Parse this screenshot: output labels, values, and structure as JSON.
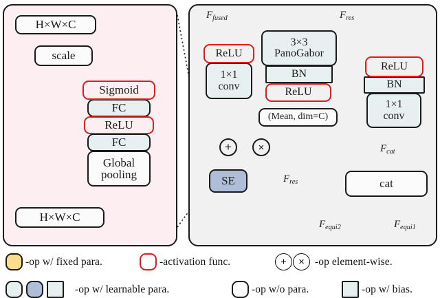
{
  "figure": {
    "left_panel": {
      "name": "squeeze-excitation-block",
      "background_color": "#fdeef1",
      "nodes": [
        {
          "id": "out",
          "label": "H×W×C",
          "style": "op-wo-para"
        },
        {
          "id": "scale",
          "label": "scale",
          "style": "op-wo-para"
        },
        {
          "id": "sigmoid",
          "label": "Sigmoid",
          "style": "activation"
        },
        {
          "id": "fc2",
          "label": "FC",
          "style": "op-w-learnable-para"
        },
        {
          "id": "relu",
          "label": "ReLU",
          "style": "activation"
        },
        {
          "id": "fc1",
          "label": "FC",
          "style": "op-w-learnable-para"
        },
        {
          "id": "gpool",
          "label": "Global pooling",
          "style": "op-wo-para"
        },
        {
          "id": "in",
          "label": "H×W×C",
          "style": "op-wo-para"
        }
      ]
    },
    "right_panel": {
      "name": "panogabor-fusion-block",
      "background_color": "#f1f1f1",
      "nodes": [
        {
          "id": "relu_out",
          "label": "ReLU",
          "style": "activation"
        },
        {
          "id": "conv1x1_l",
          "label": "1×1 conv",
          "style": "op-w-learnable-para"
        },
        {
          "id": "panogabor",
          "label": "3×3 PanoGabor",
          "style": "op-w-fixed-para"
        },
        {
          "id": "bn_mid",
          "label": "BN",
          "style": "op-w-bias"
        },
        {
          "id": "relu_mid",
          "label": "ReLU",
          "style": "activation"
        },
        {
          "id": "mean",
          "label": "(Mean, dim=C)",
          "style": "op-wo-para"
        },
        {
          "id": "relu_r",
          "label": "ReLU",
          "style": "activation"
        },
        {
          "id": "bn_r",
          "label": "BN",
          "style": "op-w-bias"
        },
        {
          "id": "conv1x1_r",
          "label": "1×1 conv",
          "style": "op-w-learnable-para"
        },
        {
          "id": "se",
          "label": "SE",
          "style": "op-w-learnable-para-se"
        },
        {
          "id": "cat",
          "label": "cat",
          "style": "op-wo-para"
        }
      ],
      "operators": [
        {
          "id": "add",
          "glyph": "+"
        },
        {
          "id": "mul",
          "glyph": "×"
        }
      ],
      "flow_labels": [
        {
          "id": "f_fused",
          "base": "F",
          "sub": "fused"
        },
        {
          "id": "f_res_top",
          "base": "F",
          "sub": "res"
        },
        {
          "id": "f_res_mid",
          "base": "F",
          "sub": "res"
        },
        {
          "id": "f_cat",
          "base": "F",
          "sub": "cat"
        },
        {
          "id": "f_equi2",
          "base": "F",
          "sub": "equi2"
        },
        {
          "id": "f_equi1",
          "base": "F",
          "sub": "equi1"
        }
      ]
    },
    "legend": {
      "row1": [
        {
          "swatch": "yellow-rounded",
          "text": "-op w/ fixed para."
        },
        {
          "swatch": "red-rounded",
          "text": "-activation func."
        },
        {
          "swatch": "plus-times-circles",
          "text": "-op element-wise."
        }
      ],
      "row2": [
        {
          "swatch": "teal-rounded,blue-rounded,teal-square",
          "text": "-op w/ learnable para."
        },
        {
          "swatch": "white-rounded",
          "text": "-op w/o para."
        },
        {
          "swatch": "teal-square",
          "text": "-op w/ bias."
        }
      ]
    },
    "colors": {
      "stroke": "#1a1a1a",
      "activation_red": "#e01b1b",
      "teal_fill": "#e7f0f0",
      "blue_fill": "#aebdd8",
      "yellow_fill": "#f9dd8a",
      "left_panel_bg": "#fdeef1",
      "right_panel_bg": "#f1f1f1"
    }
  }
}
